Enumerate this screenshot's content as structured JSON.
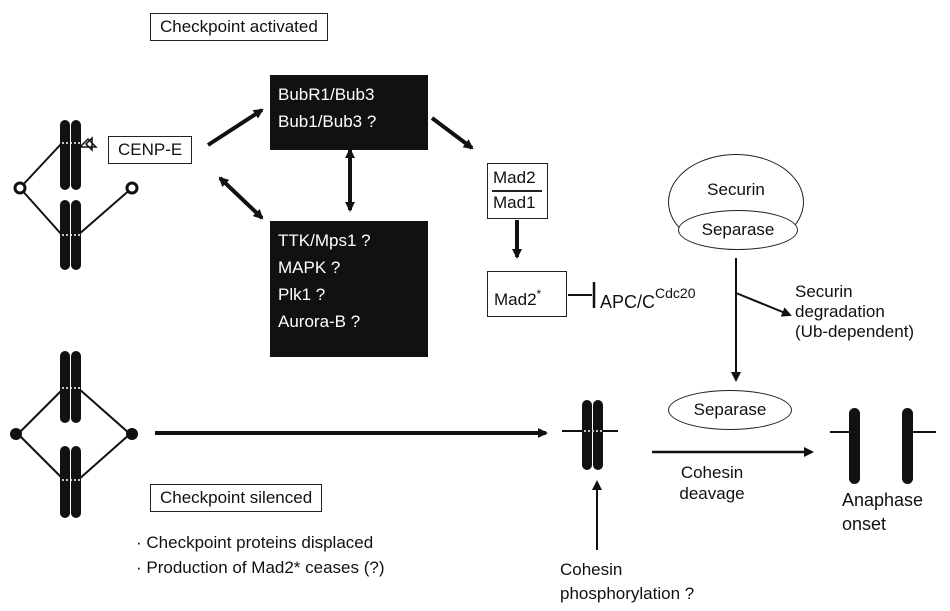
{
  "title_activated": "Checkpoint activated",
  "title_silenced": "Checkpoint silenced",
  "cenpe": "CENP-E",
  "bub_block": [
    "BubR1/Bub3",
    "Bub1/Bub3 ?"
  ],
  "kinase_block": [
    "TTK/Mps1 ?",
    "MAPK ?",
    "Plk1 ?",
    "Aurora-B  ?"
  ],
  "mad2_top": "Mad2",
  "mad1": "Mad1",
  "mad2_star": "Mad2",
  "mad2_star_sup": "*",
  "apc_base": "APC/C",
  "apc_sup": "Cdc20",
  "securin": "Securin",
  "separase": "Separase",
  "separase_2": "Separase",
  "securin_degradation": [
    "Securin",
    "degradation",
    "(Ub-dependent)"
  ],
  "cohesin_cleavage": [
    "Cohesin",
    "deavage"
  ],
  "anaphase": [
    "Anaphase",
    "onset"
  ],
  "cohesin_phos": [
    "Cohesin",
    "phosphorylation ?"
  ],
  "silenced_notes": [
    "· Checkpoint proteins displaced",
    "· Production of  Mad2* ceases (?)"
  ]
}
